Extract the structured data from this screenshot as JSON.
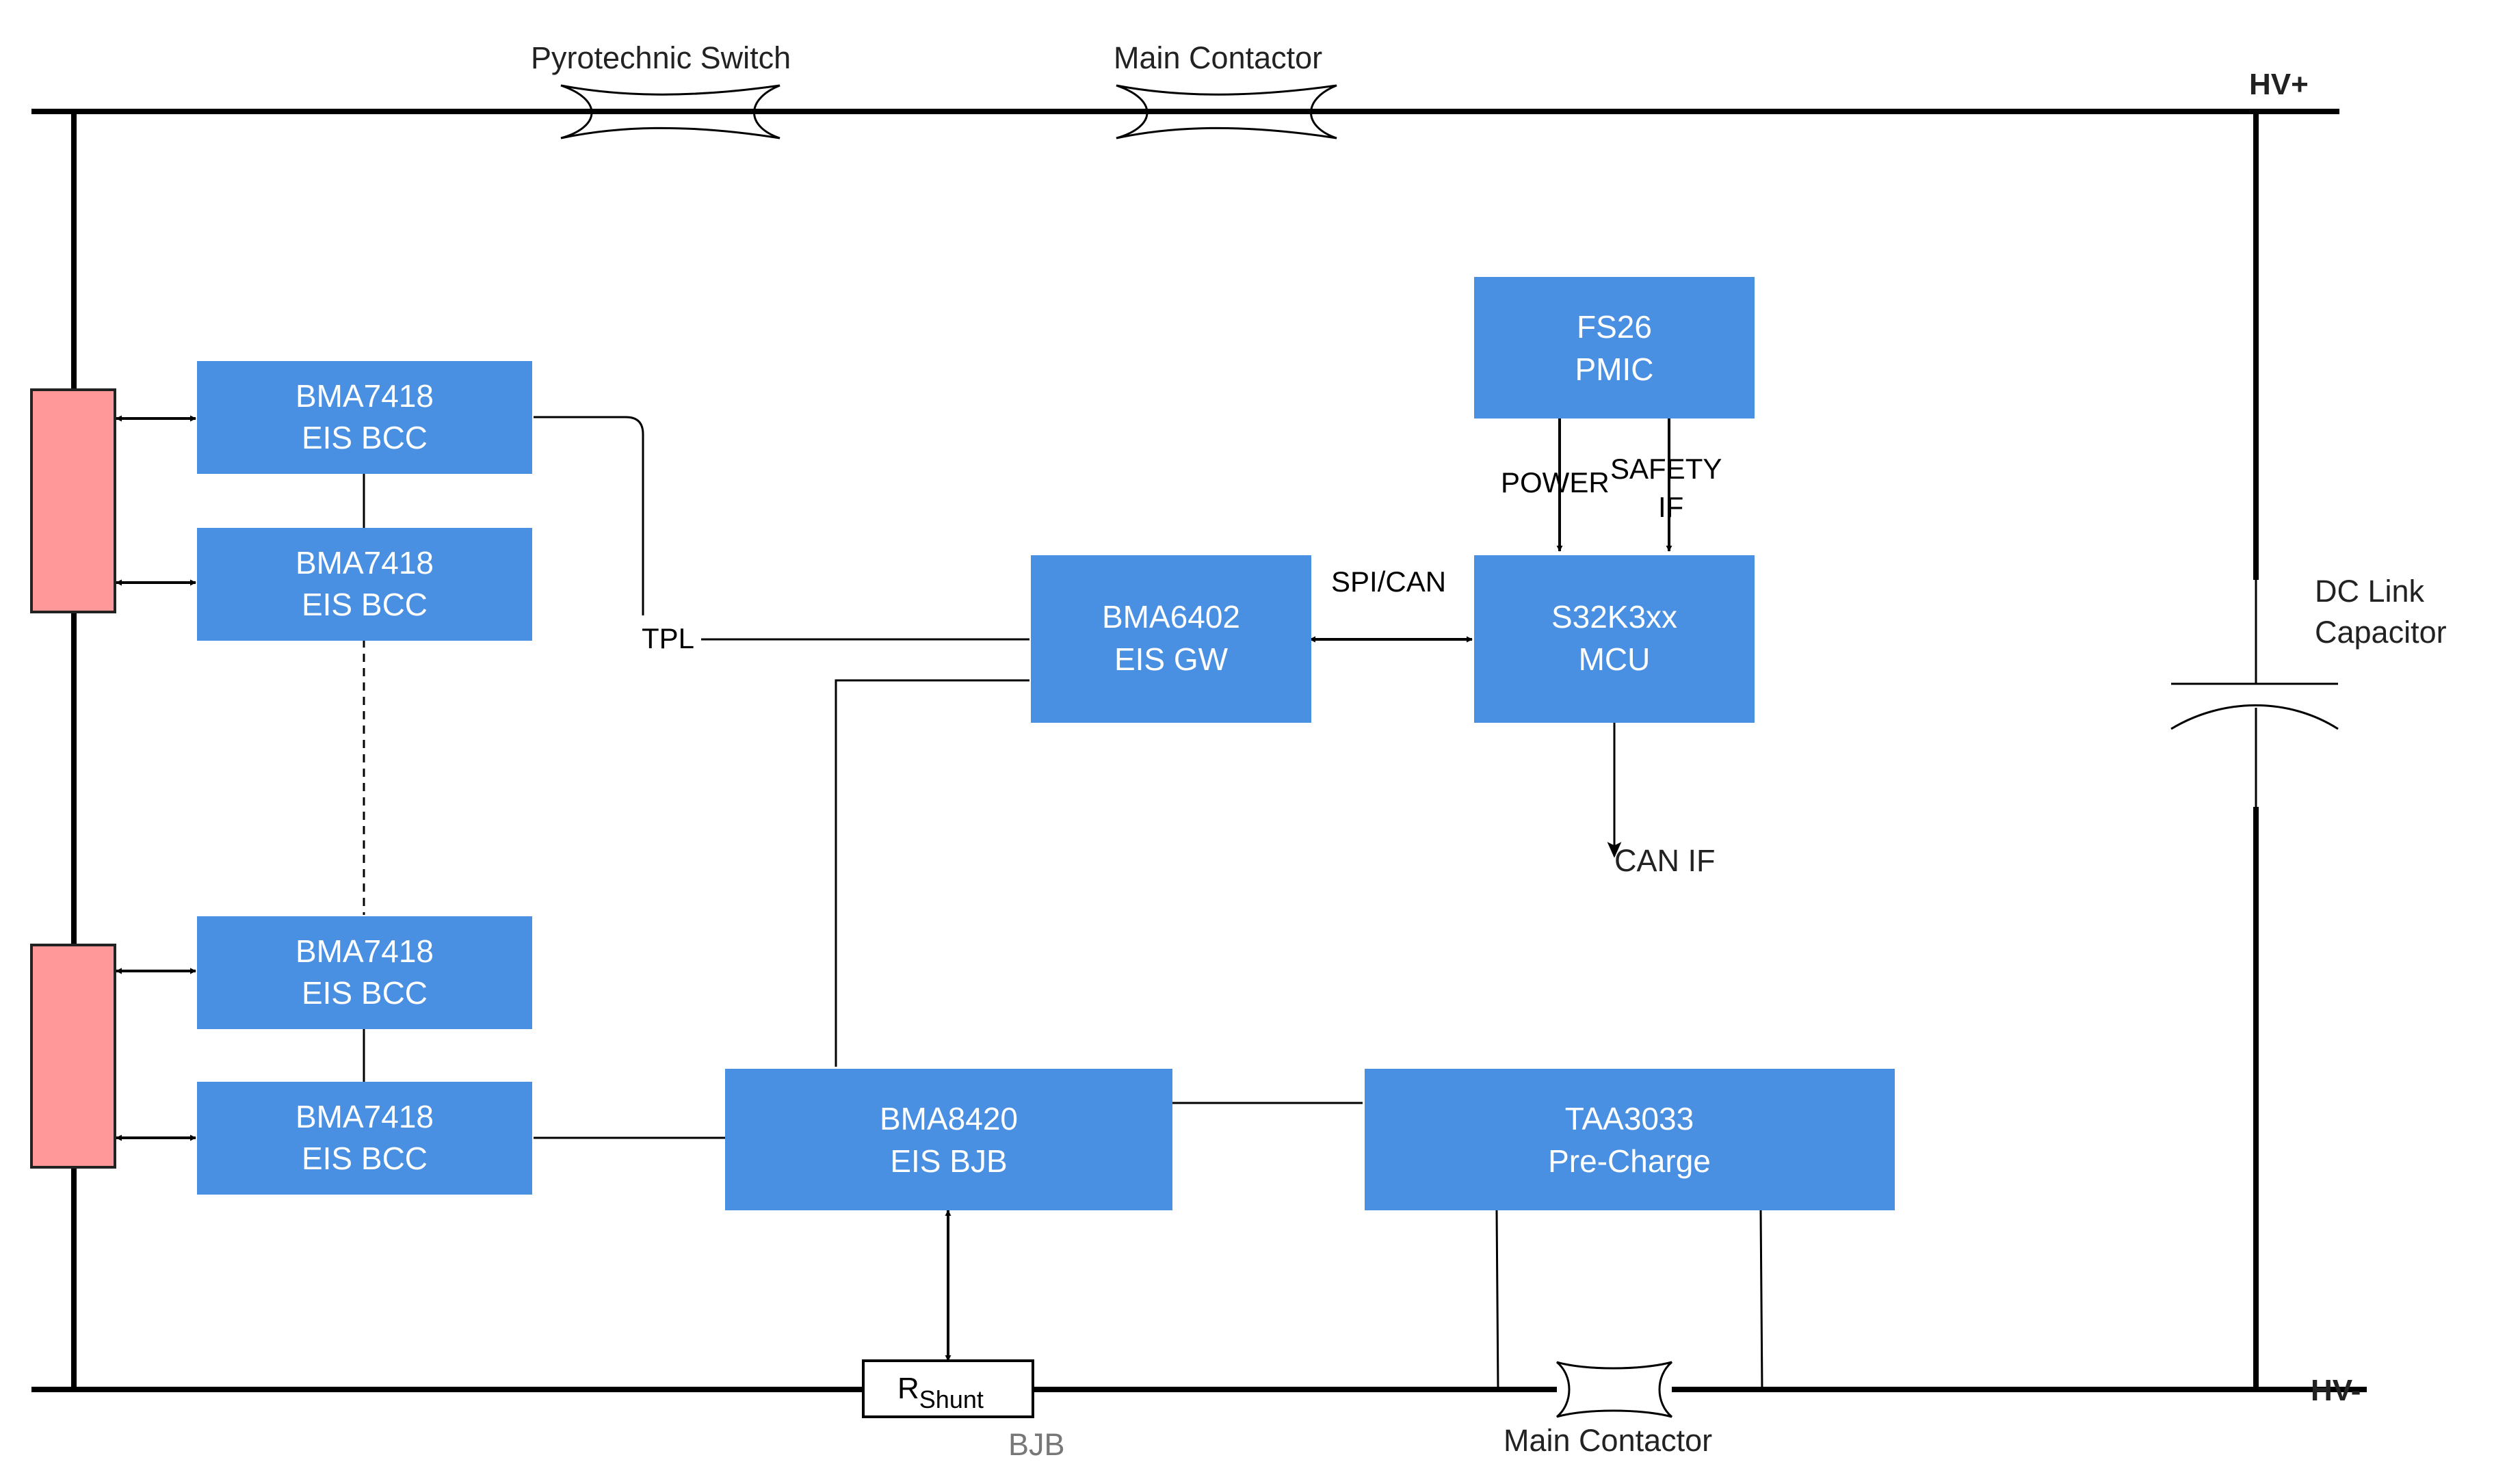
{
  "labels": {
    "hv_plus": "HV+",
    "hv_minus": "HV-",
    "pyro_switch": "Pyrotechnic Switch",
    "main_contactor_top": "Main Contactor",
    "main_contactor_bottom": "Main Contactor",
    "dc_link_line1": "DC Link",
    "dc_link_line2": "Capacitor",
    "tpl": "TPL",
    "spi_can": "SPI/CAN",
    "power": "POWER",
    "safety_line1": "SAFETY",
    "safety_line2": "IF",
    "can_if": "CAN IF",
    "rshunt_main": "R",
    "rshunt_sub": "Shunt",
    "bjb": "BJB"
  },
  "blocks": {
    "bcc1": {
      "line1": "BMA7418",
      "line2": "EIS BCC"
    },
    "bcc2": {
      "line1": "BMA7418",
      "line2": "EIS BCC"
    },
    "bcc3": {
      "line1": "BMA7418",
      "line2": "EIS BCC"
    },
    "bcc4": {
      "line1": "BMA7418",
      "line2": "EIS BCC"
    },
    "gw": {
      "line1": "BMA6402",
      "line2": "EIS GW"
    },
    "pmic": {
      "line1": "FS26",
      "line2": "PMIC"
    },
    "mcu": {
      "line1": "S32K3xx",
      "line2": "MCU"
    },
    "bjb": {
      "line1": "BMA8420",
      "line2": "EIS BJB"
    },
    "precharge": {
      "line1": "TAA3033",
      "line2": "Pre-Charge"
    }
  },
  "colors": {
    "block_fill": "#4a90e2",
    "block_text": "#ffffff",
    "cell_fill": "#ff9999",
    "line": "#000000"
  }
}
